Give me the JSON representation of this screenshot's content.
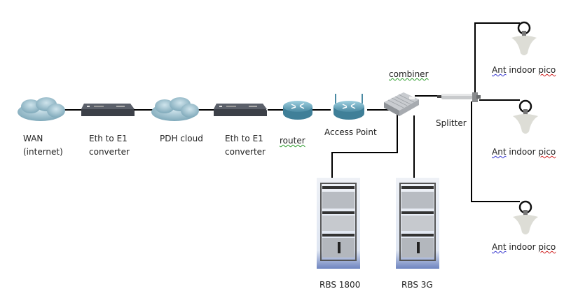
{
  "diagram": {
    "nodes": {
      "wan": {
        "line1": "WAN",
        "line2": "(internet)"
      },
      "converter1": {
        "line1": "Eth to E1",
        "line2": "converter"
      },
      "pdh": {
        "label": "PDH cloud"
      },
      "converter2": {
        "line1": "Eth to E1",
        "line2": "converter"
      },
      "router": {
        "label": "router"
      },
      "access_point": {
        "label": "Access Point"
      },
      "combiner": {
        "label": "combiner"
      },
      "splitter": {
        "label": "Splitter"
      },
      "antennas": [
        {
          "ant": "Ant",
          "indoor": "indoor",
          "pico": "pico"
        },
        {
          "ant": "Ant",
          "indoor": "indoor",
          "pico": "pico"
        },
        {
          "ant": "Ant",
          "indoor": "indoor",
          "pico": "pico"
        }
      ],
      "rbs1800": {
        "label": "RBS 1800"
      },
      "rbs3g": {
        "label": "RBS 3G"
      }
    }
  }
}
